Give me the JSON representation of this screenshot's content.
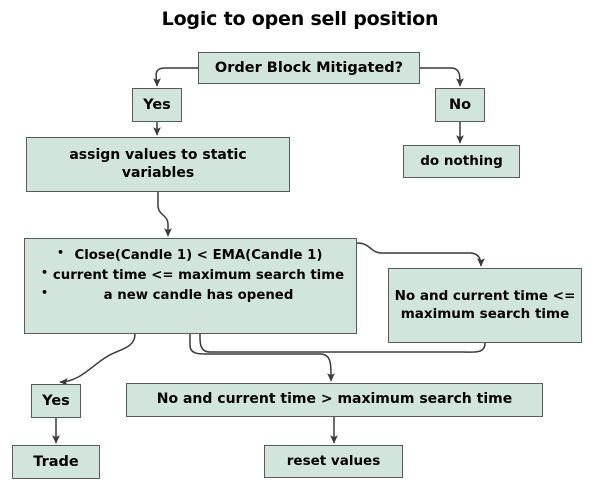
{
  "diagram": {
    "title": "Logic to open sell position",
    "colors": {
      "node_fill": "#d2e5dc",
      "node_border": "#5a5a5a",
      "connector": "#3a3a3a",
      "text": "#000000",
      "background": "#ffffff"
    },
    "nodes": {
      "decision": "Order Block Mitigated?",
      "yes_branch": "Yes",
      "no_branch": "No",
      "assign": "assign values to static variables",
      "do_nothing": "do nothing",
      "condition_bullets": [
        "Close(Candle 1) < EMA(Candle 1)",
        "current time <= maximum search time",
        "a new candle has opened"
      ],
      "no_and_lte": "No and current time <= maximum search time",
      "yes_trade_branch": "Yes",
      "no_and_gt": "No and current time > maximum search time",
      "trade": "Trade",
      "reset": "reset values"
    }
  },
  "chart_data": {
    "type": "diagram",
    "title": "Logic to open sell position",
    "nodes": [
      {
        "id": "decision",
        "label": "Order Block Mitigated?",
        "shape": "rect"
      },
      {
        "id": "yes1",
        "label": "Yes",
        "shape": "rect"
      },
      {
        "id": "no1",
        "label": "No",
        "shape": "rect"
      },
      {
        "id": "assign",
        "label": "assign values to static variables",
        "shape": "rect"
      },
      {
        "id": "donothing",
        "label": "do nothing",
        "shape": "rect"
      },
      {
        "id": "cond",
        "label": "Close(Candle 1) < EMA(Candle 1); current time <= maximum search time; a new candle has opened",
        "shape": "rect"
      },
      {
        "id": "noright",
        "label": "No and current time <= maximum search time",
        "shape": "rect"
      },
      {
        "id": "yes2",
        "label": "Yes",
        "shape": "rect"
      },
      {
        "id": "nogt",
        "label": "No and current time > maximum search time",
        "shape": "rect"
      },
      {
        "id": "trade",
        "label": "Trade",
        "shape": "rect"
      },
      {
        "id": "reset",
        "label": "reset values",
        "shape": "rect"
      }
    ],
    "edges": [
      {
        "from": "decision",
        "to": "yes1"
      },
      {
        "from": "decision",
        "to": "no1"
      },
      {
        "from": "yes1",
        "to": "assign"
      },
      {
        "from": "no1",
        "to": "donothing"
      },
      {
        "from": "assign",
        "to": "cond"
      },
      {
        "from": "cond",
        "to": "noright"
      },
      {
        "from": "noright",
        "to": "cond"
      },
      {
        "from": "cond",
        "to": "yes2"
      },
      {
        "from": "cond",
        "to": "nogt"
      },
      {
        "from": "yes2",
        "to": "trade"
      },
      {
        "from": "nogt",
        "to": "reset"
      }
    ]
  }
}
